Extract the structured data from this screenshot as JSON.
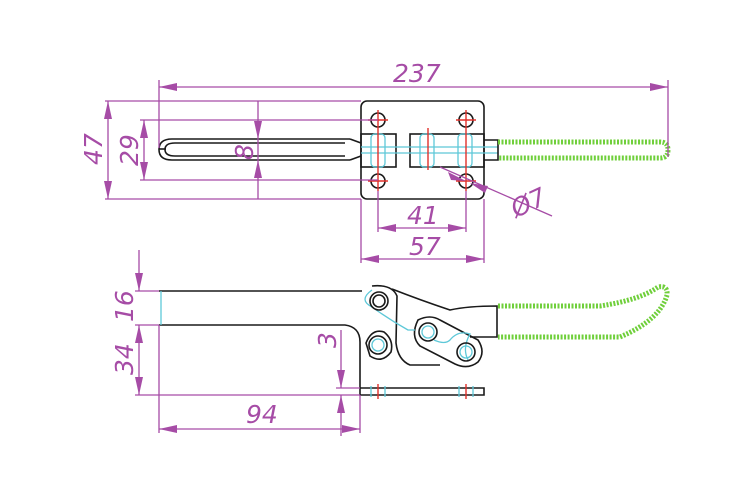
{
  "drawing": {
    "title": "Horizontal latch clamp dimension drawing",
    "top_view": {
      "overall_length": "237",
      "plate_height": "47",
      "hole_spacing_vertical": "29",
      "plunger_width": "8",
      "hole_spacing_horizontal": "41",
      "plate_width": "57",
      "hole_diameter": "Ø7"
    },
    "side_view": {
      "bar_height": "16",
      "base_to_bar": "34",
      "base_thickness": "3",
      "bar_length": "94"
    },
    "colors": {
      "dimension": "#a64ca6",
      "outline": "#1a1a1a",
      "centerline": "#e0302a",
      "hidden": "#5ec8d8",
      "grip": "#6fcf3a"
    }
  }
}
